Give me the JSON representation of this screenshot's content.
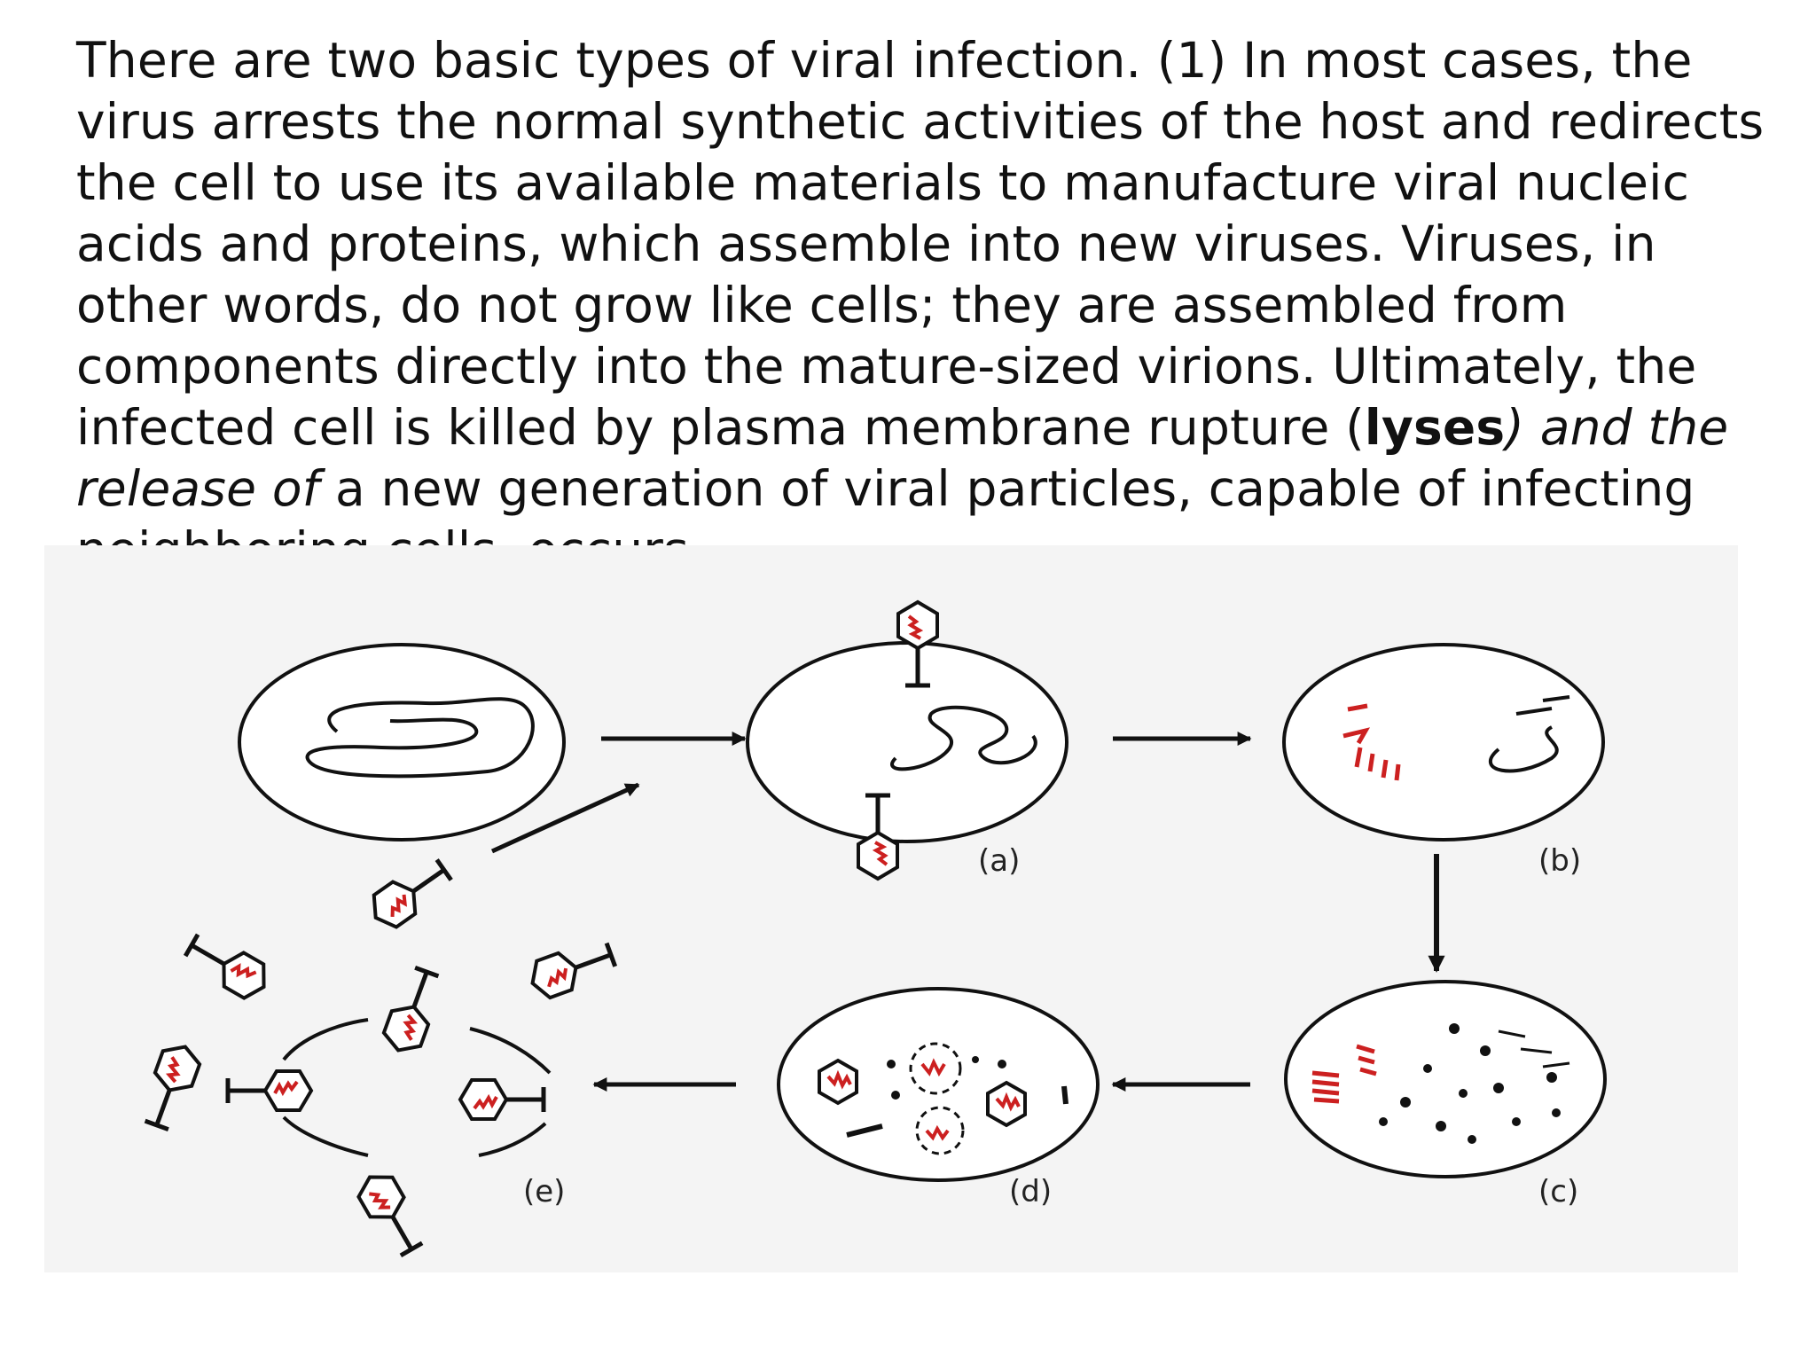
{
  "text": {
    "p1": "There are two basic types of viral infection. (1) In most cases, the virus arrests the normal synthetic activities of the host and redirects the cell to use its available materials to manufacture viral nucleic acids and proteins, which assemble into new viruses. Viruses, in other words, do not grow like cells; they are assembled from components directly into the mature-sized virions. Ultimately, the infected cell is killed by plasma membrane rupture (",
    "bold": "lyses",
    "italic": ") and the release of",
    "p2": " a new generation of viral particles, capable of infecting neighboring cells, occurs."
  },
  "diagram": {
    "stage_labels": [
      "(a)",
      "(b)",
      "(c)",
      "(d)",
      "(e)"
    ],
    "colors": {
      "ink": "#111111",
      "virus_dna": "#cc2020",
      "panel": "#f4f4f4"
    }
  }
}
